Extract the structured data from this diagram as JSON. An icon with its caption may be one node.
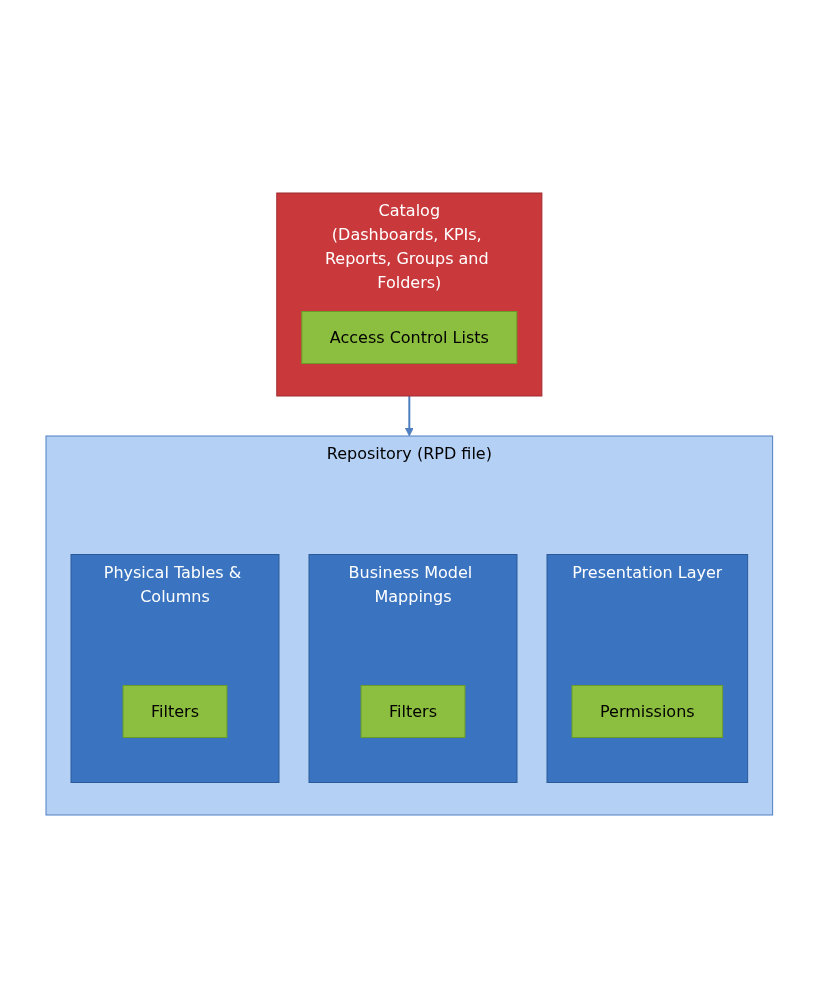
{
  "diagram": {
    "nodes": [
      {
        "text": [
          "Catalog",
          "(Dashboards, KPIs, Reports, Groups and Folders)"
        ]
      },
      {
        "text": [
          "Access Control Lists"
        ],
        "in": 0
      },
      {
        "text": [
          "Repository (RPD file)"
        ]
      },
      {
        "text": [
          "Presentation Layer"
        ],
        "in": 2
      },
      {
        "text": [
          "Permissions"
        ],
        "in": 3
      },
      {
        "text": [
          "Business Model Mappings"
        ],
        "in": 2
      },
      {
        "text": [
          "Filters"
        ],
        "in": 5
      },
      {
        "text": [
          "Physical Tables & Columns"
        ],
        "in": 2
      },
      {
        "text": [
          "Filters"
        ],
        "in": 7
      }
    ],
    "edges": [
      {
        "from": 0,
        "to": 2,
        "arrow": "to"
      }
    ]
  }
}
